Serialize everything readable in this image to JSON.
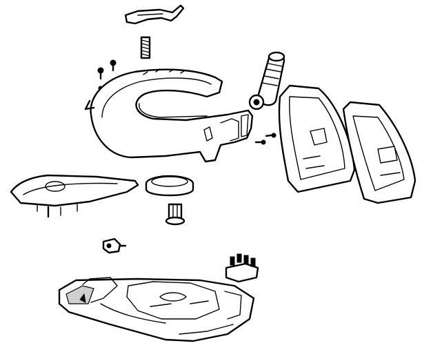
{
  "figure": {
    "kind": "exploded-view",
    "colors": {
      "line": "#000000",
      "background": "#ffffff",
      "shade": "#cfcfcf"
    },
    "parts": [
      "water-tank-cover-part",
      "spring-part",
      "small-screw-parts",
      "handle-body-part",
      "spray-nozzle-part",
      "rear-cover-outer-part",
      "rear-cover-inner-part",
      "steam-chamber-part",
      "round-seal-part",
      "valve-part",
      "thermostat-part",
      "terminal-block-part",
      "soleplate-base-part"
    ]
  }
}
